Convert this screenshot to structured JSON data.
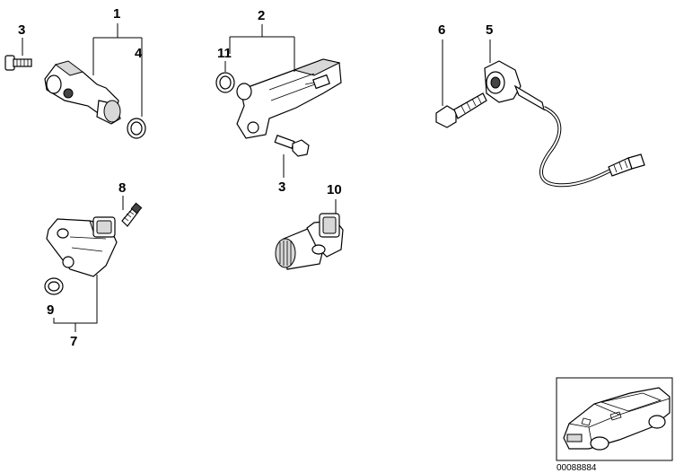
{
  "callouts": {
    "c1": "1",
    "c2": "2",
    "c3a": "3",
    "c3b": "3",
    "c4": "4",
    "c5": "5",
    "c6": "6",
    "c7": "7",
    "c8": "8",
    "c9": "9",
    "c10": "10",
    "c11": "11"
  },
  "reference_number": "00088884"
}
